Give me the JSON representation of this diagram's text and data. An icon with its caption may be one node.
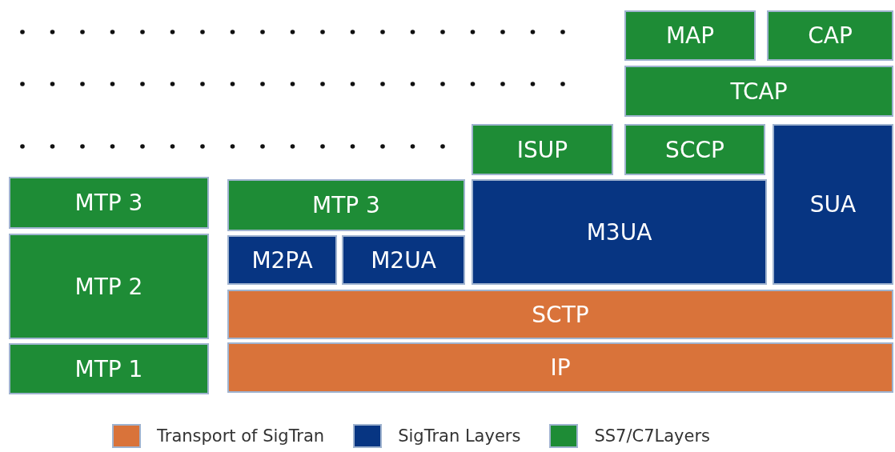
{
  "diagram": {
    "nodes": [
      {
        "text": [
          "MAP"
        ]
      },
      {
        "text": [
          "CAP"
        ]
      },
      {
        "text": [
          "TCAP"
        ]
      },
      {
        "text": [
          "ISUP"
        ]
      },
      {
        "text": [
          "SCCP"
        ]
      },
      {
        "text": [
          "SUA"
        ]
      },
      {
        "text": [
          "MTP 3"
        ]
      },
      {
        "text": [
          "MTP 3"
        ]
      },
      {
        "text": [
          "M3UA"
        ]
      },
      {
        "text": [
          "MTP 2"
        ]
      },
      {
        "text": [
          "M2PA"
        ]
      },
      {
        "text": [
          "M2UA"
        ]
      },
      {
        "text": [
          "SCTP"
        ]
      },
      {
        "text": [
          "MTP 1"
        ]
      },
      {
        "text": [
          "IP"
        ]
      }
    ],
    "edges": [],
    "legend": [
      {
        "text": "Transport of SigTran",
        "color": "#d9733a"
      },
      {
        "text": "SigTran Layers",
        "color": "#073582"
      },
      {
        "text": "SS7/C7Layers",
        "color": "#1e8c36"
      }
    ]
  }
}
